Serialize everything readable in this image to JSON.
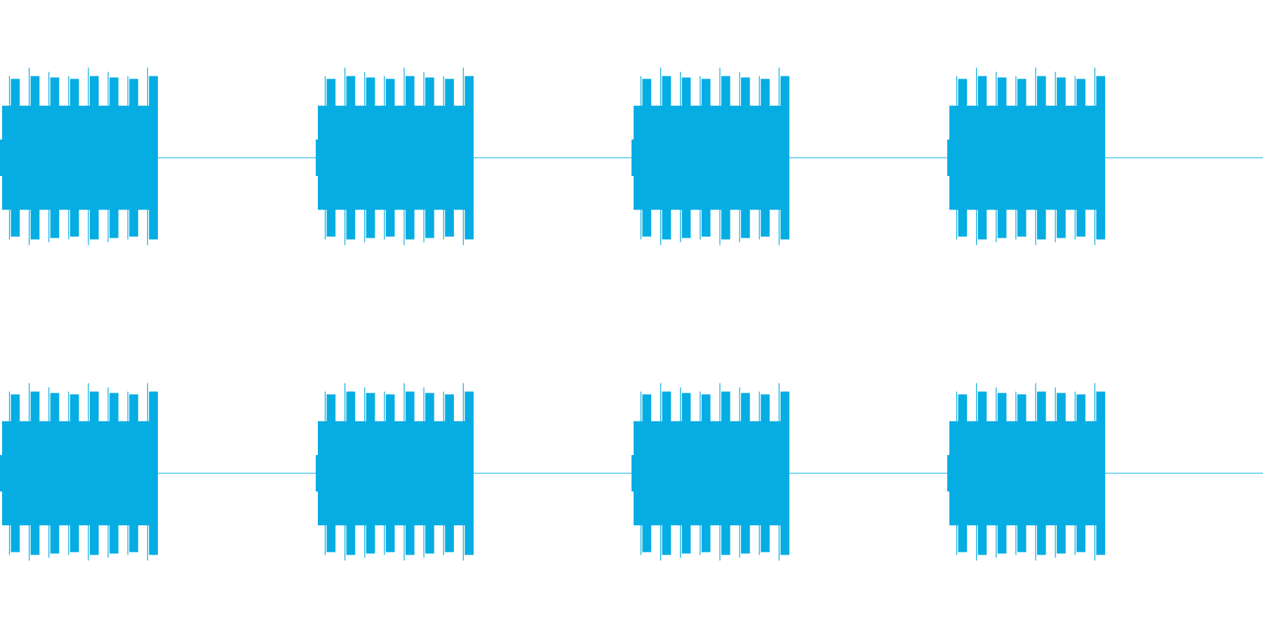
{
  "colors": {
    "waveform": "#06ADE3",
    "background": "#FFFFFF"
  },
  "chart_data": {
    "type": "waveform",
    "title": "",
    "xlabel": "",
    "ylabel": "",
    "channels": [
      {
        "name": "",
        "amplitude_range": [
          -1,
          1
        ],
        "bursts": [
          {
            "start": 0.0,
            "end": 0.125,
            "amplitude": 0.5,
            "core_amplitude": 0.33
          },
          {
            "start": 0.25,
            "end": 0.375,
            "amplitude": 0.5,
            "core_amplitude": 0.33
          },
          {
            "start": 0.5,
            "end": 0.625,
            "amplitude": 0.5,
            "core_amplitude": 0.33
          },
          {
            "start": 0.75,
            "end": 0.875,
            "amplitude": 0.5,
            "core_amplitude": 0.33
          }
        ]
      },
      {
        "name": "",
        "amplitude_range": [
          -1,
          1
        ],
        "bursts": [
          {
            "start": 0.0,
            "end": 0.125,
            "amplitude": 0.5,
            "core_amplitude": 0.33
          },
          {
            "start": 0.25,
            "end": 0.375,
            "amplitude": 0.5,
            "core_amplitude": 0.33
          },
          {
            "start": 0.5,
            "end": 0.625,
            "amplitude": 0.5,
            "core_amplitude": 0.33
          },
          {
            "start": 0.75,
            "end": 0.875,
            "amplitude": 0.5,
            "core_amplitude": 0.33
          }
        ]
      }
    ],
    "pulses_per_burst": 8,
    "grid": false,
    "legend": "none"
  }
}
